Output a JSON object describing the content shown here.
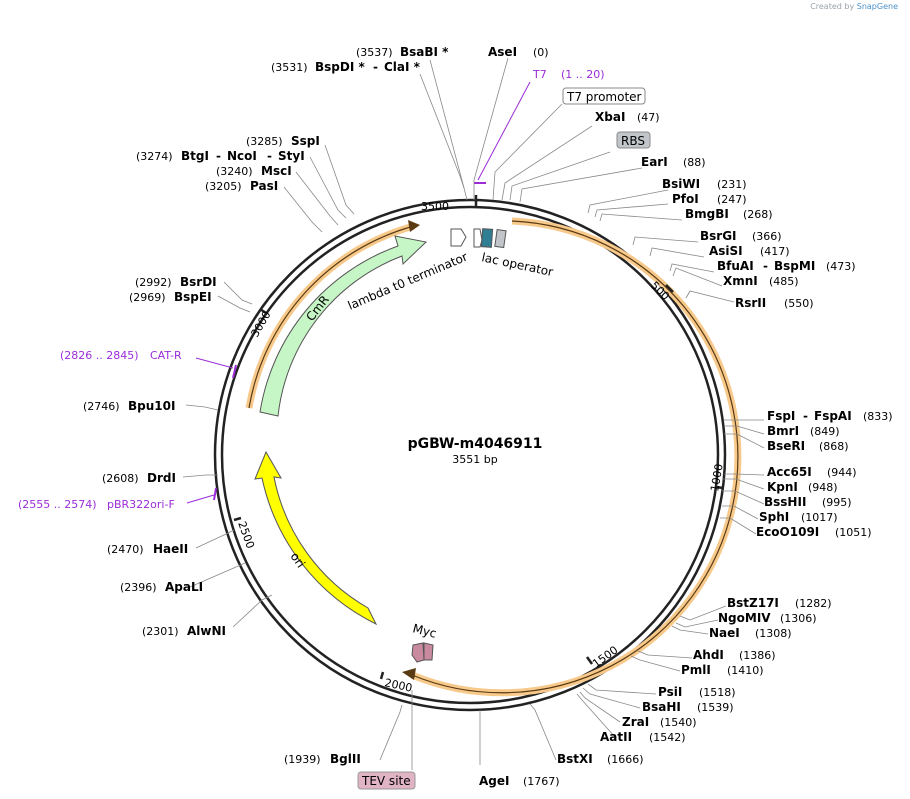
{
  "credit": {
    "prefix": "Created by",
    "brand": "SnapGene"
  },
  "plasmid": {
    "name": "pGBW-m4046911",
    "size_label": "3551 bp"
  },
  "ticks": [
    "500",
    "1000",
    "1500",
    "2000",
    "2500",
    "3000",
    "3500"
  ],
  "features": {
    "cmr": "CmR",
    "ori": "ori",
    "lambda_t0": "lambda t0 terminator",
    "lac_operator": "lac operator",
    "myc": "Myc",
    "t7_promoter": "T7 promoter",
    "rbs": "RBS",
    "tev_site": "TEV site"
  },
  "primers": {
    "t7": {
      "name": "T7",
      "pos": "(1 .. 20)"
    },
    "cat_r": {
      "name": "CAT-R",
      "pos": "(2826 .. 2845)"
    },
    "pbr322": {
      "name": "pBR322ori-F",
      "pos": "(2555 .. 2574)"
    }
  },
  "sites": {
    "bsabi": {
      "name": "BsaBI *",
      "pos": "(3537)"
    },
    "bspdi": {
      "name": "BspDI *",
      "sep": "-",
      "name2": "ClaI *",
      "pos": "(3531)"
    },
    "asei": {
      "name": "AseI",
      "pos": "(0)"
    },
    "xbai": {
      "name": "XbaI",
      "pos": "(47)"
    },
    "eari": {
      "name": "EarI",
      "pos": "(88)"
    },
    "bsiwi": {
      "name": "BsiWI",
      "pos": "(231)"
    },
    "pfoi": {
      "name": "PfoI",
      "pos": "(247)"
    },
    "bmgbi": {
      "name": "BmgBI",
      "pos": "(268)"
    },
    "bsrgi": {
      "name": "BsrGI",
      "pos": "(366)"
    },
    "asisi": {
      "name": "AsiSI",
      "pos": "(417)"
    },
    "bfuai": {
      "name": "BfuAI",
      "sep": "-",
      "name2": "BspMI",
      "pos": "(473)"
    },
    "xmni": {
      "name": "XmnI",
      "pos": "(485)"
    },
    "rsrii": {
      "name": "RsrII",
      "pos": "(550)"
    },
    "fspi": {
      "name": "FspI",
      "sep": "-",
      "name2": "FspAI",
      "pos": "(833)"
    },
    "bmri": {
      "name": "BmrI",
      "pos": "(849)"
    },
    "bseri": {
      "name": "BseRI",
      "pos": "(868)"
    },
    "acc65i": {
      "name": "Acc65I",
      "pos": "(944)"
    },
    "kpni": {
      "name": "KpnI",
      "pos": "(948)"
    },
    "bsshii": {
      "name": "BssHII",
      "pos": "(995)"
    },
    "sphi": {
      "name": "SphI",
      "pos": "(1017)"
    },
    "eco0109i": {
      "name": "EcoO109I",
      "pos": "(1051)"
    },
    "bstz17i": {
      "name": "BstZ17I",
      "pos": "(1282)"
    },
    "ngomiv": {
      "name": "NgoMIV",
      "pos": "(1306)"
    },
    "naei": {
      "name": "NaeI",
      "pos": "(1308)"
    },
    "ahdi": {
      "name": "AhdI",
      "pos": "(1386)"
    },
    "pmli": {
      "name": "PmlI",
      "pos": "(1410)"
    },
    "psii": {
      "name": "PsiI",
      "pos": "(1518)"
    },
    "bsahi": {
      "name": "BsaHI",
      "pos": "(1539)"
    },
    "zrai": {
      "name": "ZraI",
      "pos": "(1540)"
    },
    "aatii": {
      "name": "AatII",
      "pos": "(1542)"
    },
    "bstxi": {
      "name": "BstXI",
      "pos": "(1666)"
    },
    "agei": {
      "name": "AgeI",
      "pos": "(1767)"
    },
    "bglii": {
      "name": "BglII",
      "pos": "(1939)"
    },
    "alwni": {
      "name": "AlwNI",
      "pos": "(2301)"
    },
    "apali": {
      "name": "ApaLI",
      "pos": "(2396)"
    },
    "haeii": {
      "name": "HaeII",
      "pos": "(2470)"
    },
    "drdi": {
      "name": "DrdI",
      "pos": "(2608)"
    },
    "bpu10i": {
      "name": "Bpu10I",
      "pos": "(2746)"
    },
    "bspei": {
      "name": "BspEI",
      "pos": "(2969)"
    },
    "bsrdi": {
      "name": "BsrDI",
      "pos": "(2992)"
    },
    "pasi": {
      "name": "PasI",
      "pos": "(3205)"
    },
    "msci": {
      "name": "MscI",
      "pos": "(3240)"
    },
    "btgi": {
      "name": "BtgI",
      "sep1": "-",
      "name2": "NcoI",
      "sep2": "-",
      "name3": "StyI",
      "pos": "(3274)"
    },
    "sspi": {
      "name": "SspI",
      "pos": "(3285)"
    }
  },
  "colors": {
    "backbone": "#222222",
    "orf_highlight": "#f7c98b",
    "cmr_fill": "#c6f5c6",
    "ori_fill": "#ffff00",
    "myc_fill": "#c9899f",
    "lac_fill": "#2f7e94",
    "primer": "#9b2cd8",
    "rbs_fill": "#c2c5c9",
    "tev_fill": "#e0b4c4"
  }
}
